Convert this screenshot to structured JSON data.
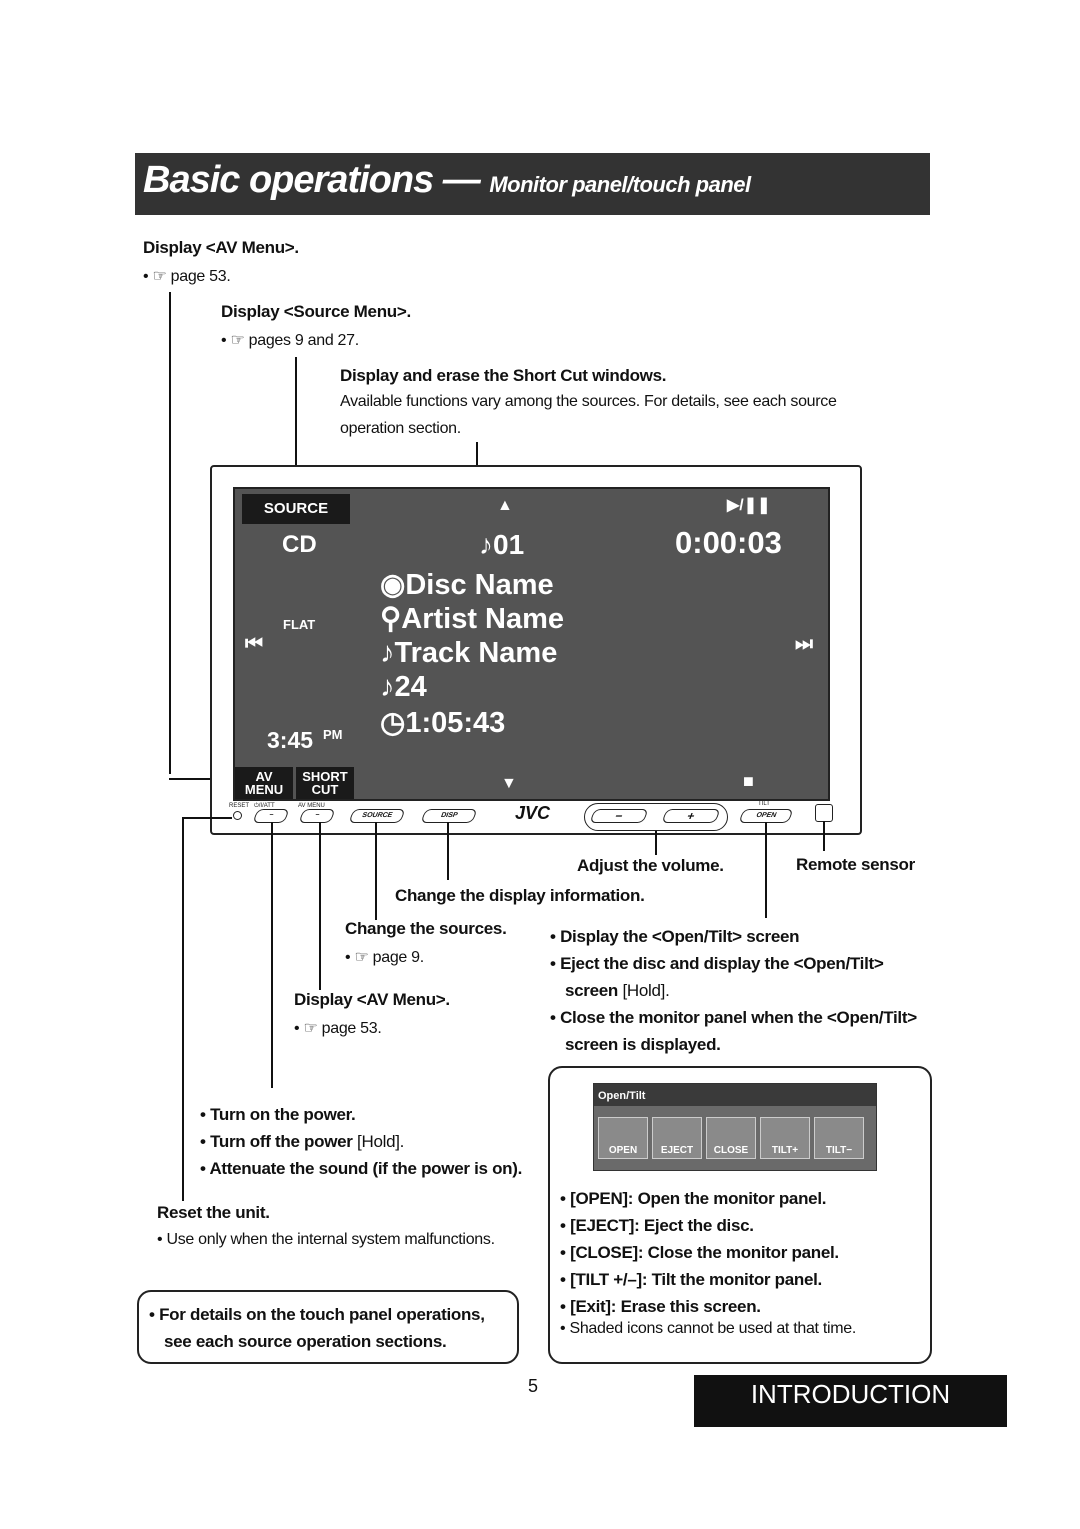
{
  "header": {
    "title": "Basic operations — ",
    "subtitle": "Monitor panel/touch panel"
  },
  "callouts": {
    "av_menu_top": {
      "title": "Display <AV Menu>.",
      "ref": "• ☞ page 53."
    },
    "source_menu": {
      "title": "Display <Source Menu>.",
      "ref": "• ☞ pages 9 and 27."
    },
    "short_cut": {
      "title": "Display and erase the Short Cut windows.",
      "desc1": "Available functions vary among the sources. For details, see each source",
      "desc2": "operation section."
    },
    "adjust_volume": "Adjust the volume.",
    "remote_sensor": "Remote sensor",
    "change_display": "Change the display information.",
    "change_sources": {
      "title": "Change the sources.",
      "ref": "• ☞ page 9."
    },
    "av_menu_bottom": {
      "title": "Display <AV Menu>.",
      "ref": "• ☞ page 53."
    },
    "open_tilt": [
      "Display the <Open/Tilt> screen",
      "Eject the disc and display the <Open/Tilt>",
      "screen",
      " [Hold].",
      "Close the monitor panel when the <Open/Tilt>",
      "screen is displayed."
    ],
    "power": [
      "Turn on the power.",
      "Turn off the power",
      " [Hold].",
      "Attenuate the sound (if the power is on)."
    ],
    "reset": {
      "title": "Reset the unit.",
      "note": "• Use only when the internal system malfunctions."
    },
    "touch_note": [
      "For details on the touch panel operations,",
      "see each source operation sections."
    ]
  },
  "screen": {
    "source_btn": "SOURCE",
    "up_icon": "▲",
    "play_pause": "▶/❚❚",
    "source": "CD",
    "track_no": "♪01",
    "elapsed": "0:00:03",
    "disc_name": "Disc Name",
    "artist_name": "Artist Name",
    "track_name": "Track Name",
    "total_tracks": "♪24",
    "total_time": "1:05:43",
    "eq": "FLAT",
    "prev_icon": "⏮",
    "next_icon": "⏭",
    "clock": "3:45",
    "ampm": "PM",
    "down_icon": "▼",
    "stop_icon": "■",
    "av_menu_btn": [
      "AV",
      "MENU"
    ],
    "short_cut_btn": [
      "SHORT",
      "CUT"
    ]
  },
  "panel": {
    "reset_label": "RESET",
    "power_label": "⏻/I/ATT",
    "av_menu_label": "AV MENU",
    "source_btn": "SOURCE",
    "disp_btn": "DISP",
    "brand": "JVC",
    "vol_minus": "−",
    "vol_plus": "+",
    "tilt_label": "TILT",
    "open_btn": "OPEN"
  },
  "open_tilt_screen": {
    "title": "Open/Tilt",
    "icons": [
      "OPEN",
      "EJECT",
      "CLOSE",
      "TILT+",
      "TILT−"
    ],
    "list": [
      {
        "key": "[OPEN]",
        "desc": ": Open the monitor panel."
      },
      {
        "key": "[EJECT]",
        "desc": ": Eject the disc."
      },
      {
        "key": "[CLOSE]",
        "desc": ": Close the monitor panel."
      },
      {
        "key": "[TILT +/–]",
        "desc": ": Tilt the monitor panel."
      },
      {
        "key": "[Exit]",
        "desc": ": Erase this screen."
      }
    ],
    "note": "• Shaded icons cannot be used at that time."
  },
  "page_number": "5",
  "section": "INTRODUCTION"
}
